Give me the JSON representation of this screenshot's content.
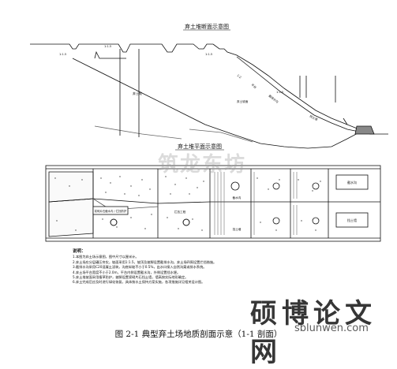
{
  "section": {
    "title": "弃土堆断面示意图",
    "labels": [
      "1:1.5",
      "1:1.5",
      "弃土堆",
      "1:1.5",
      "1:2",
      "平台",
      "截排水沟",
      "挡土墙",
      "弃土坡面",
      "1:1.5"
    ]
  },
  "plan": {
    "title": "弃土堆平面示意图",
    "labels": [
      "截水沟",
      "拦挡工程",
      "挡土墙",
      "截水沟",
      "挡土墙"
    ],
    "left_box_label": "浆砌片石截水沟 / 拦挡防护"
  },
  "notes": {
    "title": "说明：",
    "lines": [
      "1.本图为弃土场示意图，图中尺寸以厘米计。",
      "2.弃土场应分层碾压夯实，坡面采用1:1.5，坡顶及坡脚设置截排水沟，弃土场四周设置拦挡措施。",
      "3.截排水沟采用C20混凝土浇筑，沟底纵坡不小于0.5%，出水口接入自然沟渠或排水系统。",
      "4.弃土场平台宽度不小于2.0m，平台内侧设置截水沟，外侧设置挡水埂。",
      "5.弃土堆坡面采用植草防护，坡脚设置浆砌片石挡土墙，墙高按实际地形确定。",
      "6.弃土完成后应及时进行绿化恢复，具体按水土保持方案实施，各项措施详见相关设计图。"
    ]
  },
  "watermark": {
    "cad_text": "筑龙东坊",
    "site_name": "硕博论文网",
    "site_url": "sblunwen.com"
  },
  "caption": "图 2-1 典型弃土场地质剖面示意（1-1 剖面）"
}
